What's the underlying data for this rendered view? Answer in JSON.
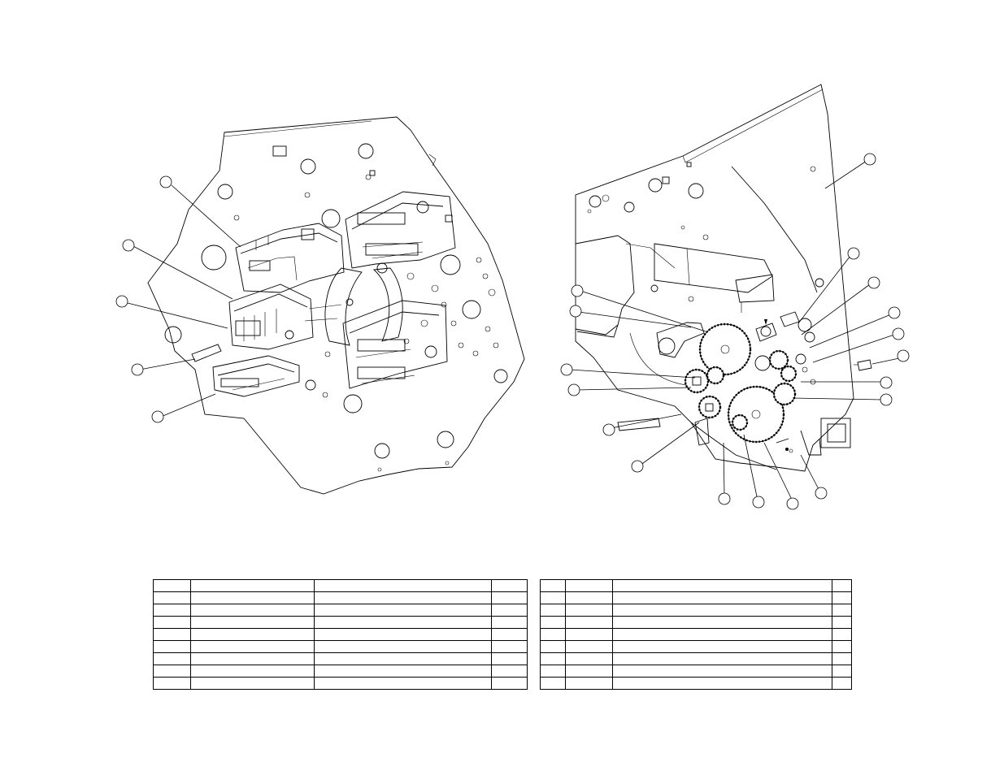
{
  "drawing": {
    "left_view": "exploded-view-left-side-frame",
    "right_view": "exploded-view-right-side-frame-gear-train"
  },
  "left_callouts": 5,
  "right_callouts": 19,
  "tables": {
    "left": {
      "columns": 4,
      "rows": 9
    },
    "right": {
      "columns": 4,
      "rows": 9
    }
  }
}
